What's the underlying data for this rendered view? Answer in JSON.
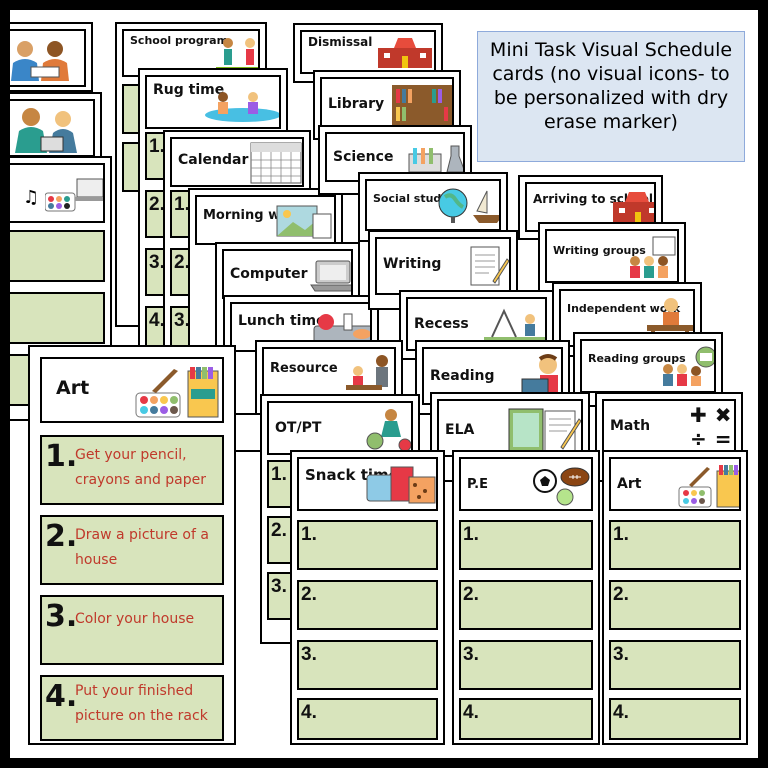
{
  "caption": "Mini Task Visual Schedule cards (no visual icons- to be personalized with dry erase marker)",
  "numbers": {
    "n1": "1.",
    "n2": "2.",
    "n3": "3.",
    "n4": "4."
  },
  "art_card": {
    "title": "Art",
    "steps": [
      "Get your pencil, crayons and paper",
      "Draw a picture of a house",
      "Color your house",
      "Put your finished picture on the rack"
    ]
  },
  "cards": {
    "school_program": "School program",
    "rug_time": "Rug time",
    "calendar": "Calendar",
    "morning_work": "Morning work",
    "computer": "Computer",
    "lunch_time": "Lunch time",
    "dismissal": "Dismissal",
    "library": "Library",
    "science": "Science",
    "social_studies": "Social studies",
    "arriving_to_school": "Arriving to school",
    "writing": "Writing",
    "writing_groups": "Writing groups",
    "recess": "Recess",
    "independent_work": "Independent work",
    "reading_groups": "Reading groups",
    "resource": "Resource",
    "reading": "Reading",
    "ot_pt": "OT/PT",
    "ela": "ELA",
    "math": "Math",
    "snack_time": "Snack time",
    "pe": "P.E",
    "art": "Art"
  },
  "colors": {
    "slot_green": "#d8e4bc",
    "note_blue": "#dce6f2",
    "step_text_red": "#c0392b"
  }
}
